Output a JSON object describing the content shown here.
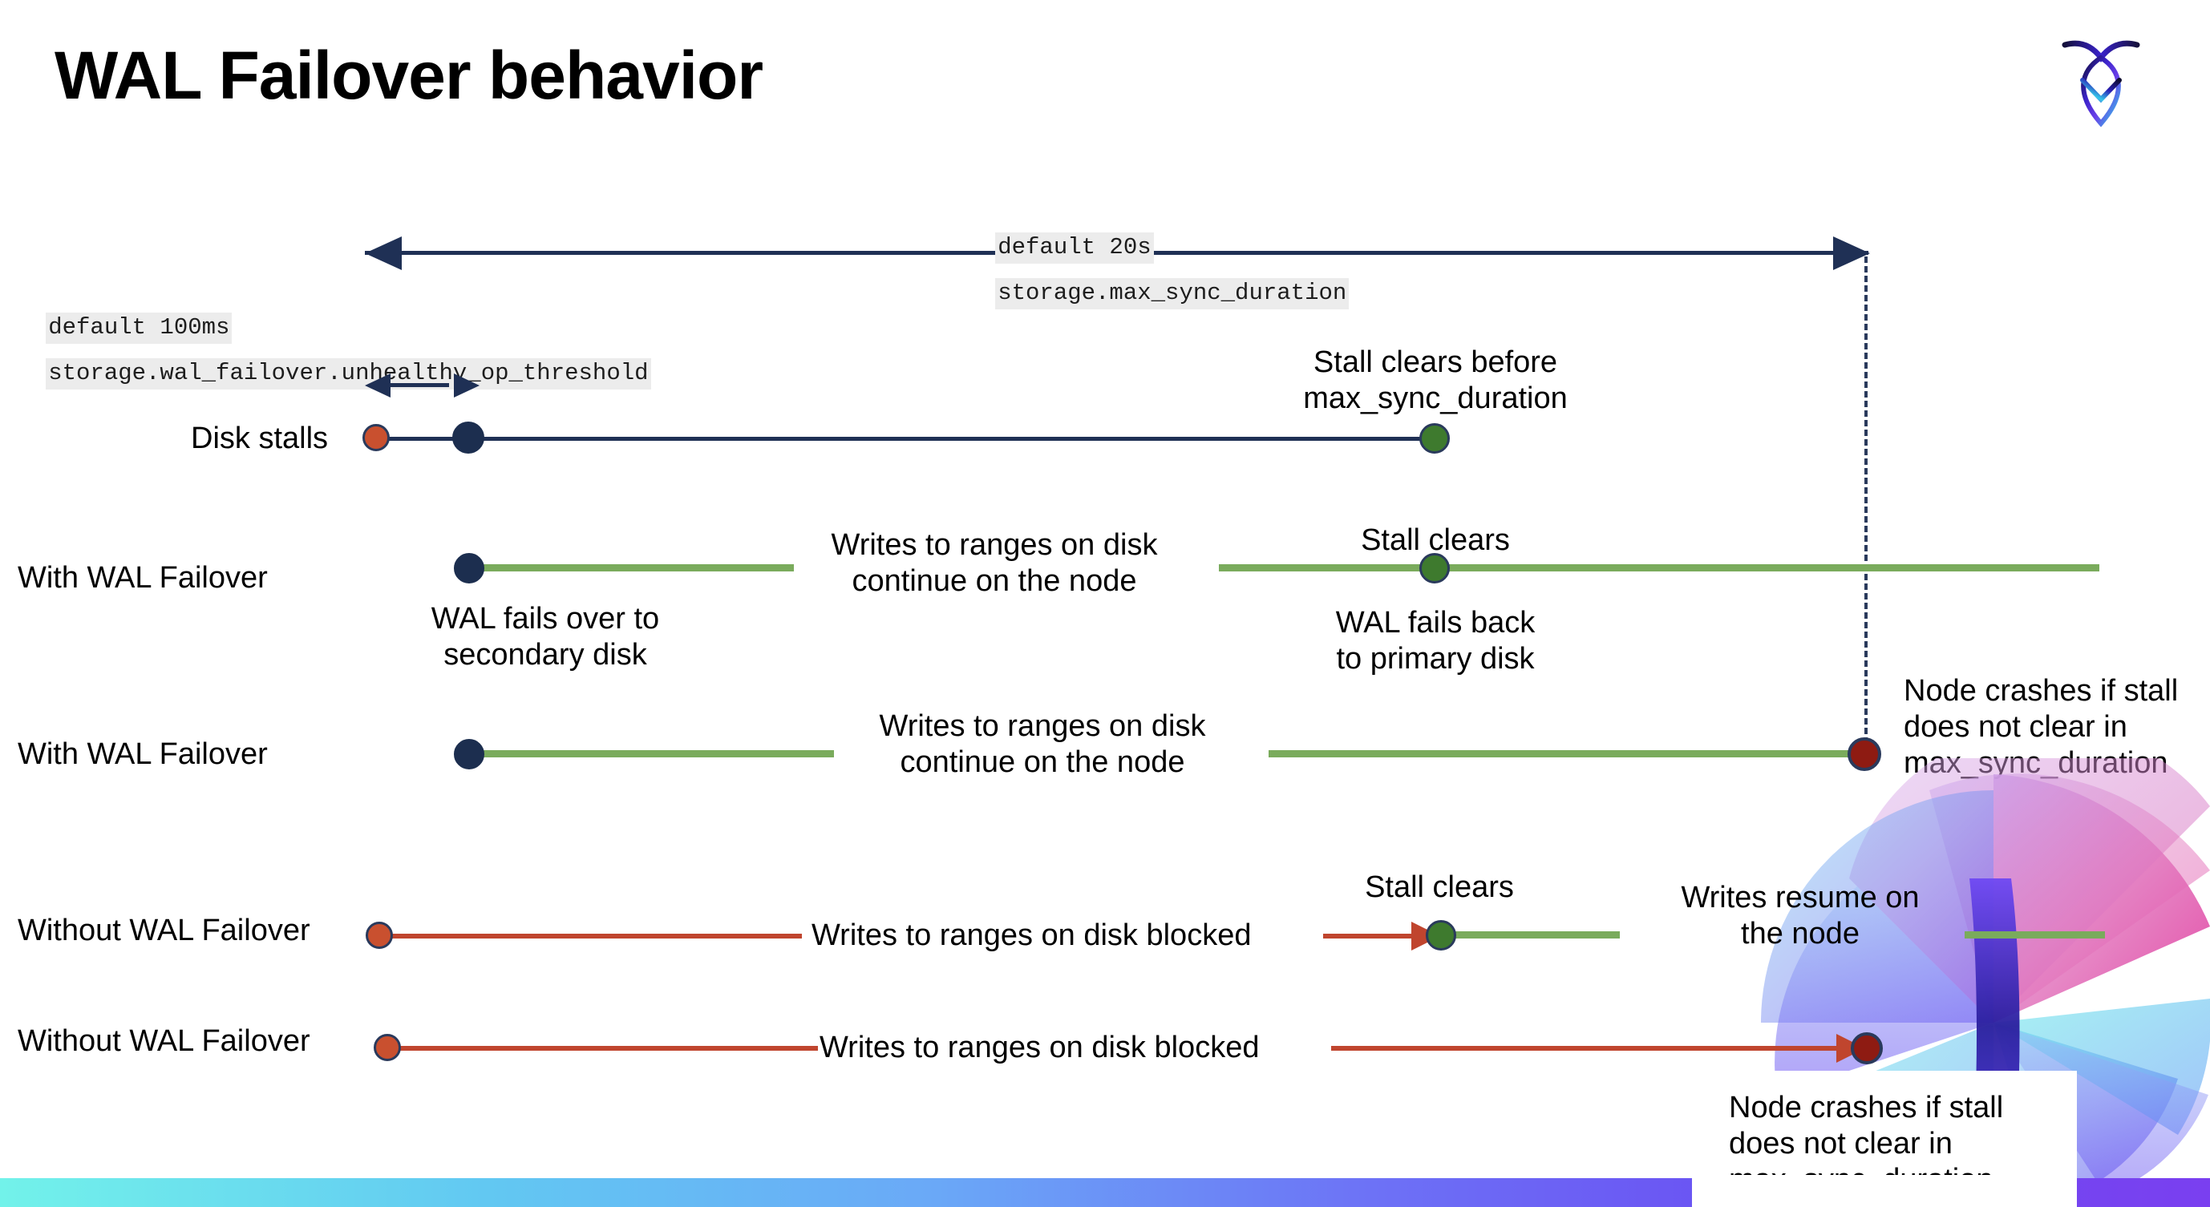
{
  "slide": {
    "title": "WAL Failover behavior",
    "logo_name": "cockroach-labs-logo"
  },
  "annotations": {
    "max_sync": {
      "default": "default 20s",
      "setting": "storage.max_sync_duration"
    },
    "unhealthy_op": {
      "default": "default 100ms",
      "setting": "storage.wal_failover.unhealthy_op_threshold"
    }
  },
  "rows": [
    {
      "label": "Disk stalls",
      "notes": [
        "Stall clears before",
        "max_sync_duration"
      ]
    },
    {
      "label": "With WAL Failover",
      "notes": [
        "Writes to ranges on disk",
        "continue on the node",
        "Stall clears",
        "WAL fails over to",
        "secondary disk",
        "WAL fails  back",
        "to primary disk"
      ]
    },
    {
      "label": "With WAL Failover",
      "notes": [
        "Writes to ranges on disk",
        "continue on the node",
        "Node crashes if stall",
        "does not clear in",
        "max_sync_duration"
      ]
    },
    {
      "label": "Without WAL Failover",
      "notes": [
        "Writes to ranges on disk  blocked",
        "Stall clears",
        "Writes resume on",
        "the node"
      ]
    },
    {
      "label": "Without WAL Failover",
      "notes": [
        "Writes to ranges on disk  blocked",
        "Node crashes if stall",
        "does not clear in",
        "max_sync_duration"
      ]
    }
  ],
  "labels": {
    "disk_stalls": "Disk stalls",
    "with_wal_failover_1": "With WAL Failover",
    "with_wal_failover_2": "With WAL Failover",
    "without_wal_failover_1": "Without WAL Failover",
    "without_wal_failover_2": "Without WAL Failover"
  },
  "notes": {
    "stall_clears_before_l1": "Stall clears before",
    "stall_clears_before_l2": "max_sync_duration",
    "writes_continue_l1": "Writes to ranges on disk",
    "writes_continue_l2": "continue on the node",
    "stall_clears_r1": "Stall clears",
    "wal_fails_over_l1": "WAL fails over to",
    "wal_fails_over_l2": "secondary disk",
    "wal_fails_back_l1": "WAL fails  back",
    "wal_fails_back_l2": "to primary disk",
    "writes_continue2_l1": "Writes to ranges on disk",
    "writes_continue2_l2": "continue on the node",
    "node_crashes_a_l1": "Node crashes if stall",
    "node_crashes_a_l2": "does not clear in",
    "node_crashes_a_l3": "max_sync_duration",
    "writes_blocked_1": "Writes to ranges on disk  blocked",
    "stall_clears_r2": "Stall clears",
    "writes_resume_l1": "Writes resume on",
    "writes_resume_l2": "the node",
    "writes_blocked_2": "Writes to ranges on disk  blocked",
    "node_crashes_b_l1": "Node crashes if stall",
    "node_crashes_b_l2": "does not clear in",
    "node_crashes_b_l3": "max_sync_duration"
  },
  "colors": {
    "navy": "#1f3055",
    "green_line": "#7aab5c",
    "green_dot": "#3e7a2e",
    "orange_line": "#c0452e",
    "orange_dot": "#c9502f",
    "red_dot": "#8e1b12",
    "code_bg": "#ececec",
    "text": "#000000"
  }
}
